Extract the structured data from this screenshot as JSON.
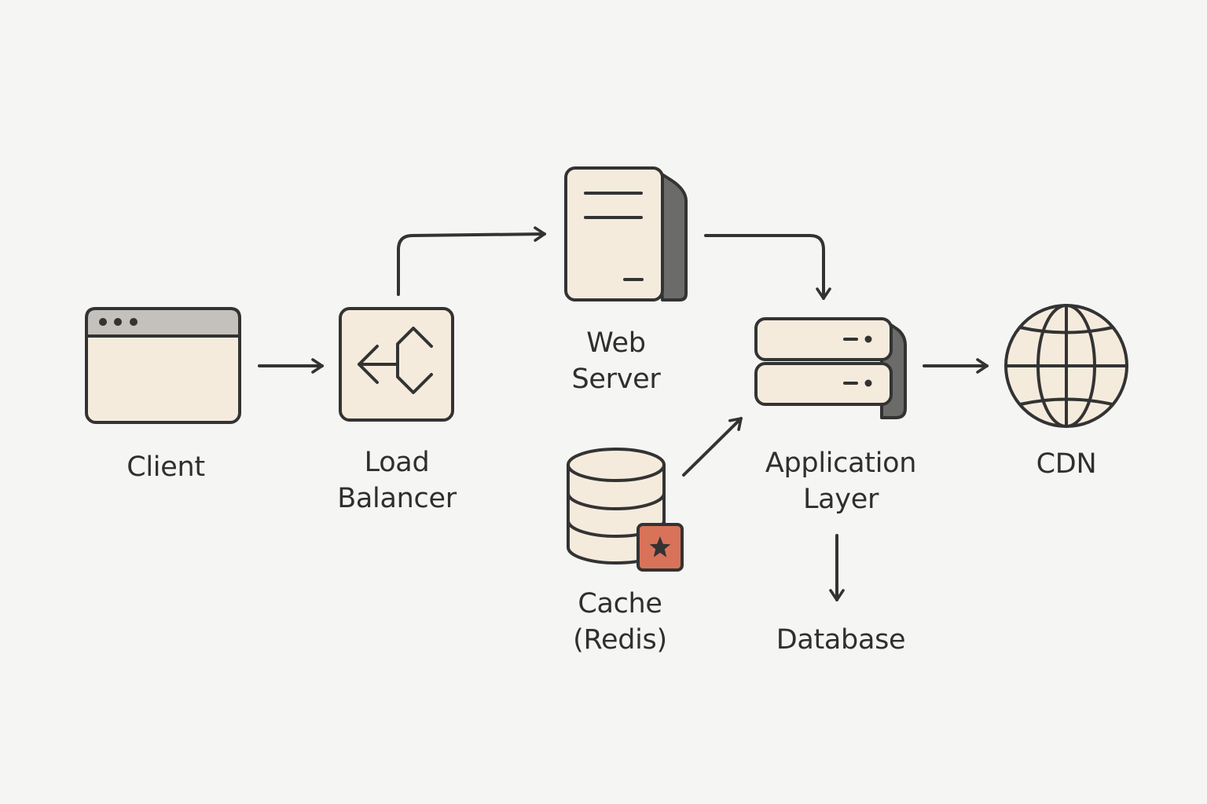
{
  "diagram": {
    "nodes": [
      {
        "id": "client",
        "icon": "browser-window-icon",
        "lines": [
          "Client"
        ]
      },
      {
        "id": "load-balancer",
        "icon": "load-balancer-icon",
        "lines": [
          "Load",
          "Balancer"
        ]
      },
      {
        "id": "web-server",
        "icon": "server-document-icon",
        "lines": [
          "Web",
          "Server"
        ]
      },
      {
        "id": "cache",
        "icon": "database-cylinder-icon",
        "badge_icon": "star-icon",
        "lines": [
          "Cache",
          "(Redis)"
        ]
      },
      {
        "id": "application-layer",
        "icon": "server-stack-icon",
        "lines": [
          "Application",
          "Layer"
        ]
      },
      {
        "id": "cdn",
        "icon": "globe-icon",
        "lines": [
          "CDN"
        ]
      },
      {
        "id": "database",
        "icon": "",
        "lines": [
          "Database"
        ]
      }
    ],
    "edges": [
      {
        "from": "client",
        "to": "load-balancer"
      },
      {
        "from": "load-balancer",
        "to": "web-server"
      },
      {
        "from": "web-server",
        "to": "application-layer"
      },
      {
        "from": "cache",
        "to": "application-layer"
      },
      {
        "from": "application-layer",
        "to": "cdn"
      },
      {
        "from": "application-layer",
        "to": "database"
      }
    ]
  },
  "colors": {
    "background": "#f5f5f4",
    "stroke": "#333333",
    "fill": "#f5ebdd",
    "shadow": "#6b6b69",
    "browser_bar": "#c4c0bb",
    "badge": "#d8735a",
    "text": "#2f2f2f"
  }
}
